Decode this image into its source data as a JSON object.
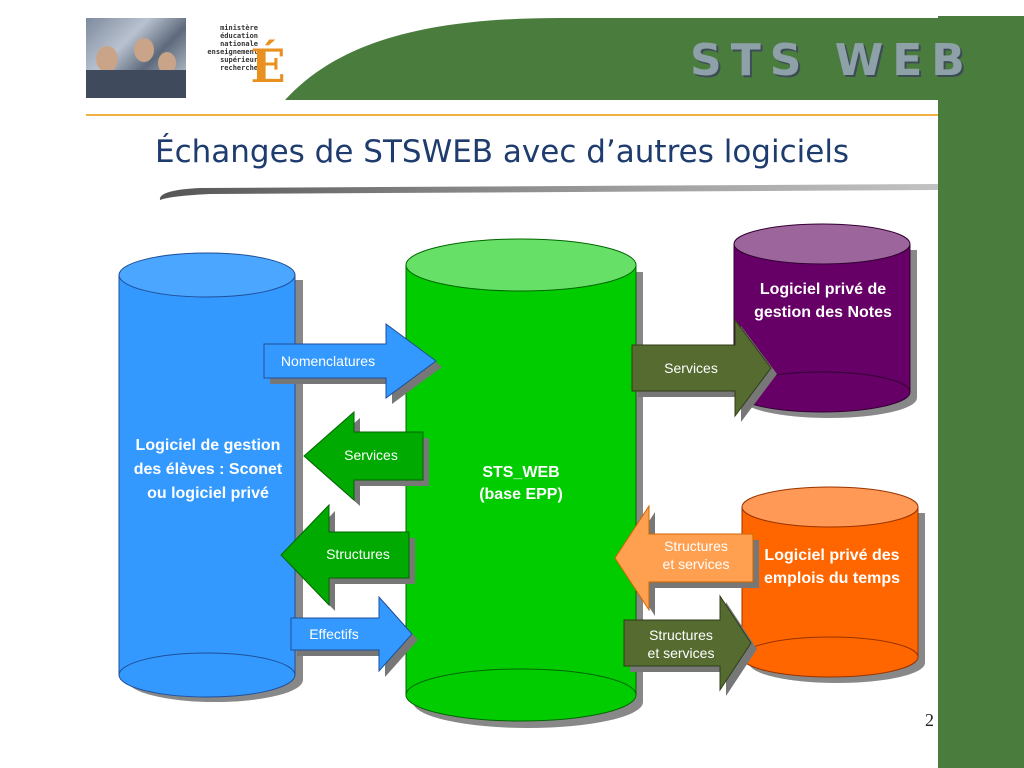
{
  "header": {
    "ministry_lines": [
      "ministère",
      "éducation",
      "nationale",
      "enseignement",
      "supérieur",
      "recherche"
    ],
    "logo_letter": "É",
    "brand": "STS WEB"
  },
  "title": "Échanges de STSWEB avec d’autres logiciels",
  "page_number": "2",
  "nodes": {
    "eleves": "Logiciel de gestion des élèves : Sconet ou logiciel privé",
    "stsweb_line1": "STS_WEB",
    "stsweb_line2": "(base EPP)",
    "notes": "Logiciel privé de gestion des Notes",
    "emplois": "Logiciel privé des emplois du temps"
  },
  "arrows": {
    "nomenclatures": "Nomenclatures",
    "services_left": "Services",
    "structures_left": "Structures",
    "effectifs": "Effectifs",
    "services_notes": "Services",
    "structures_services_in_line1": "Structures",
    "structures_services_in_line2": "et services",
    "structures_services_out_line1": "Structures",
    "structures_services_out_line2": "et services"
  },
  "colors": {
    "side_green": "#4a7d3d",
    "eleves_blue": "#3399ff",
    "stsweb_green": "#00cc00",
    "notes_purple": "#660066",
    "emplois_orange": "#ff6600",
    "title_blue": "#1e3c6e"
  }
}
